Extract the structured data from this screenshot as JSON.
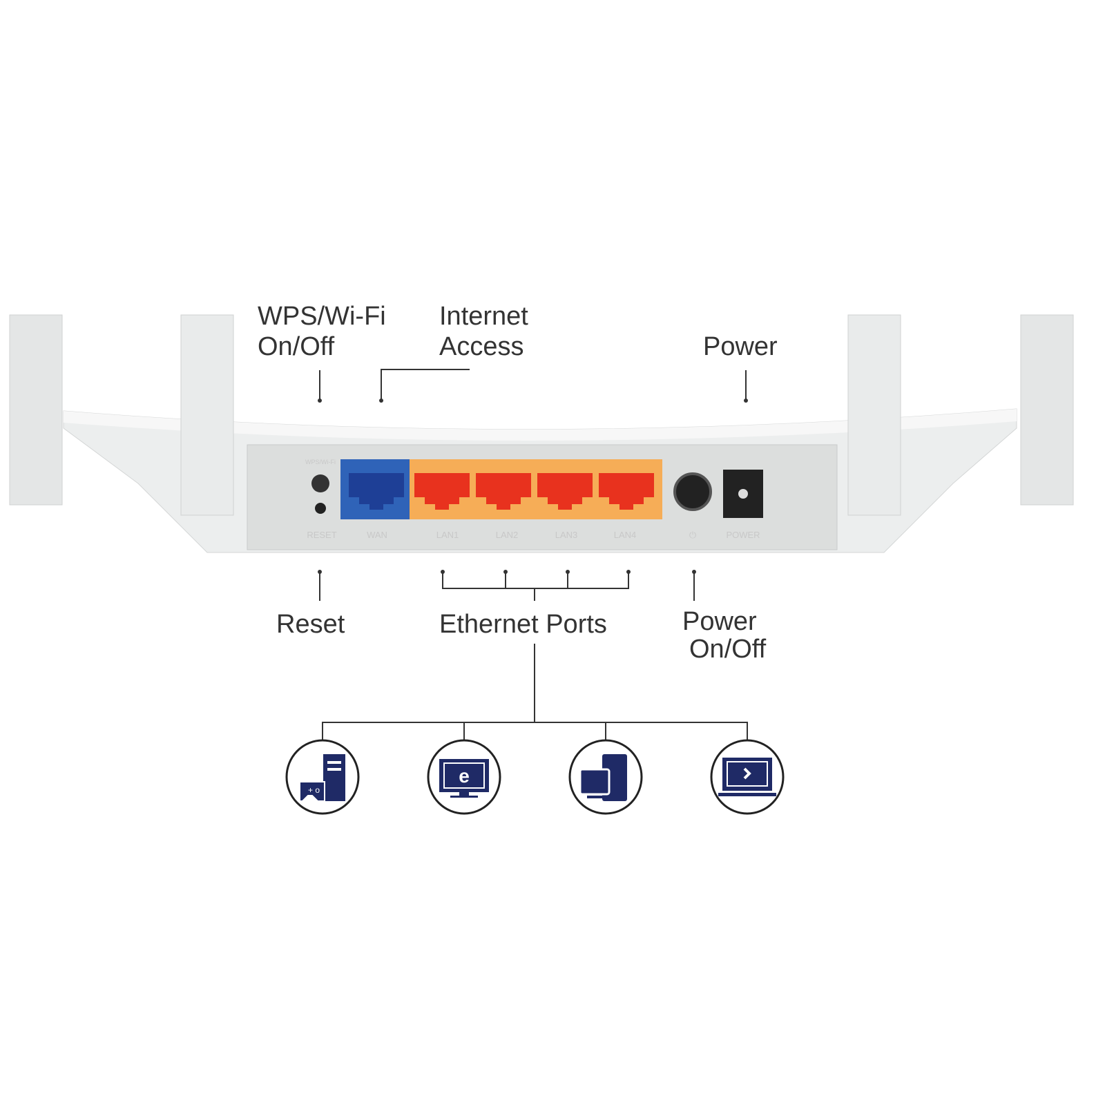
{
  "callouts": {
    "wps": [
      "WPS/Wi-Fi",
      "On/Off"
    ],
    "internet": [
      "Internet",
      "Access"
    ],
    "power": "Power",
    "reset": "Reset",
    "ethernet": "Ethernet Ports",
    "power_switch": [
      "Power",
      "On/Off"
    ]
  },
  "panel_labels": {
    "wps": "WPS/Wi-Fi",
    "reset": "RESET",
    "wan": "WAN",
    "lan": [
      "LAN1",
      "LAN2",
      "LAN3",
      "LAN4"
    ],
    "power_symbol": "⏻",
    "power": "POWER"
  },
  "devices": [
    "game-console-pc-icon",
    "internet-tv-icon",
    "desktop-computer-icon",
    "laptop-icon"
  ],
  "colors": {
    "wan": "#2f63b8",
    "lan_bg": "#f6ad57",
    "lan_port": "#e8321e",
    "icon": "#1f2a66"
  }
}
